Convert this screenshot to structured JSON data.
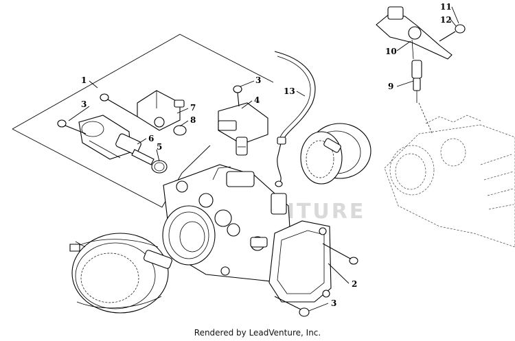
{
  "callouts": [
    "1",
    "2",
    "3",
    "3",
    "3",
    "4",
    "5",
    "6",
    "7",
    "8",
    "9",
    "10",
    "11",
    "12",
    "13"
  ],
  "watermark": "ADVENTURE",
  "footer": "Rendered by LeadVenture, Inc."
}
